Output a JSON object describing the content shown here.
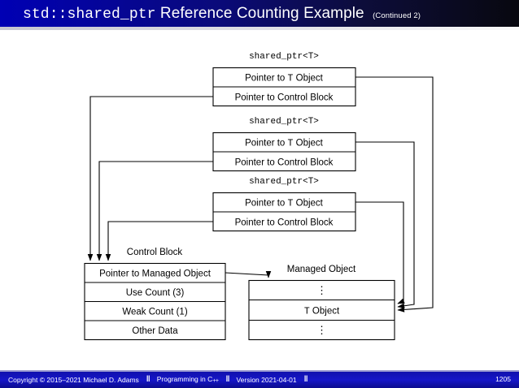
{
  "slide": {
    "title_code": "std::shared_ptr",
    "title_rest": "Reference Counting Example",
    "title_note": "(Continued 2)"
  },
  "footer": {
    "copyright": "Copyright © 2015–2021 Michael D. Adams",
    "separator": "‖",
    "course_pre": "Programming in C",
    "course_sup": "++",
    "version": "Version 2021-04-01",
    "page": "1205"
  },
  "diagram": {
    "shared_ptrs": [
      {
        "caption": "shared_ptr<T>",
        "row_obj_pre": "Pointer to ",
        "row_obj_mono": "T",
        "row_obj_post": " Object",
        "row_ctrl": "Pointer to Control Block"
      },
      {
        "caption": "shared_ptr<T>",
        "row_obj_pre": "Pointer to ",
        "row_obj_mono": "T",
        "row_obj_post": " Object",
        "row_ctrl": "Pointer to Control Block"
      },
      {
        "caption": "shared_ptr<T>",
        "row_obj_pre": "Pointer to ",
        "row_obj_mono": "T",
        "row_obj_post": " Object",
        "row_ctrl": "Pointer to Control Block"
      }
    ],
    "control_block": {
      "caption": "Control Block",
      "rows": [
        "Pointer to Managed Object",
        "Use Count (3)",
        "Weak Count (1)",
        "Other Data"
      ]
    },
    "managed_object": {
      "caption": "Managed Object",
      "row_top": "⋮",
      "row_mid_mono": "T",
      "row_mid_post": " Object",
      "row_bottom": "⋮"
    }
  }
}
